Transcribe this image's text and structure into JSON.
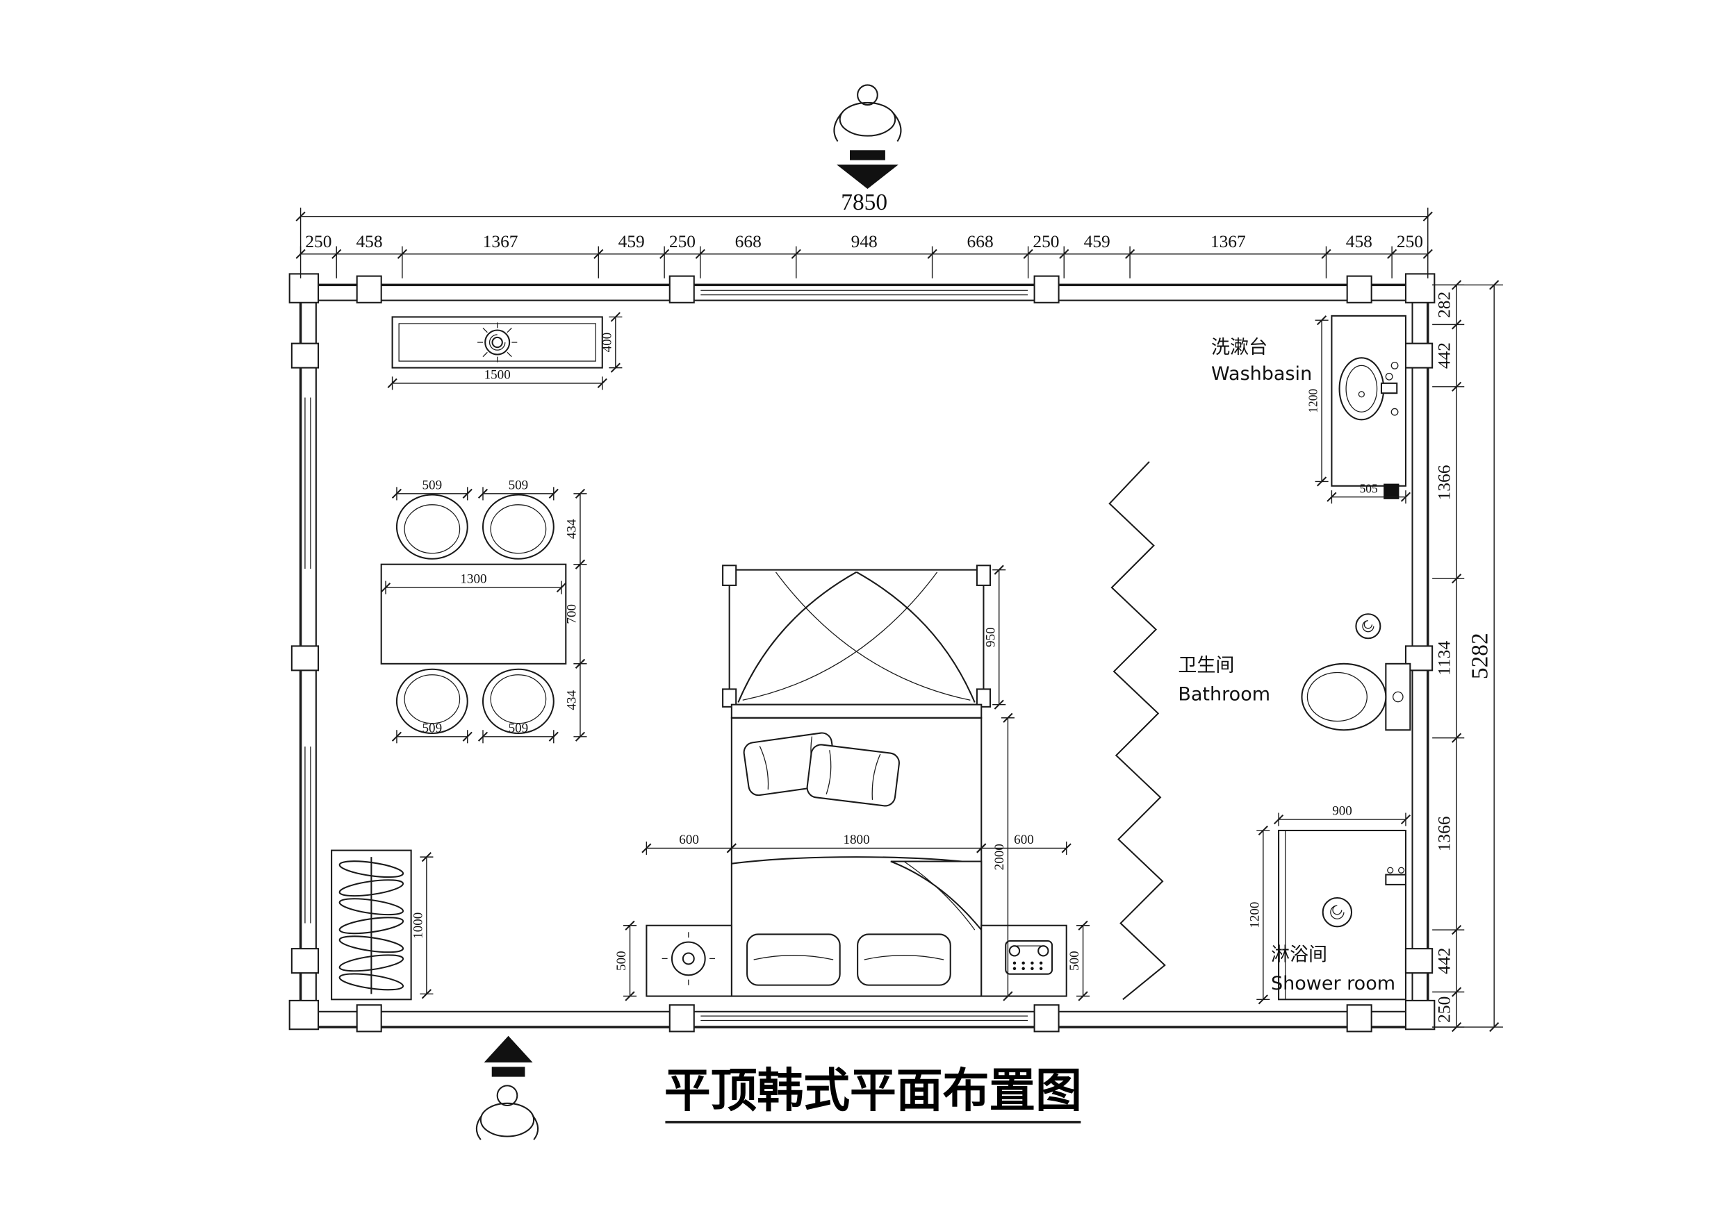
{
  "title": "平顶韩式平面布置图",
  "rooms": {
    "washbasin": {
      "cn": "洗漱台",
      "en": "Washbasin"
    },
    "bathroom": {
      "cn": "卫生间",
      "en": "Bathroom"
    },
    "shower": {
      "cn": "淋浴间",
      "en": "Shower room"
    }
  },
  "dimensions": {
    "top_total": "7850",
    "top_segments": [
      250,
      458,
      1367,
      459,
      250,
      668,
      948,
      668,
      250,
      459,
      1367,
      458,
      250
    ],
    "right_total": "5282",
    "right_segments": [
      282,
      442,
      1366,
      1134,
      1366,
      442,
      250
    ],
    "light_width": "1500",
    "light_depth": "400",
    "table_width": "1300",
    "table_depth": "700",
    "chair_width_tl": "509",
    "chair_width_tr": "509",
    "chair_width_bl": "509",
    "chair_width_br": "509",
    "chair_depth_top": "434",
    "chair_depth_bottom": "434",
    "canopy_depth": "950",
    "bed_width": "1800",
    "bed_length": "2000",
    "nightstand_left_width": "600",
    "nightstand_right_width": "600",
    "nightstand_left_depth": "500",
    "nightstand_right_depth": "500",
    "wardrobe_length": "1000",
    "washbasin_length": "1200",
    "washbasin_width": "505",
    "shower_width": "900",
    "shower_length": "1200"
  }
}
